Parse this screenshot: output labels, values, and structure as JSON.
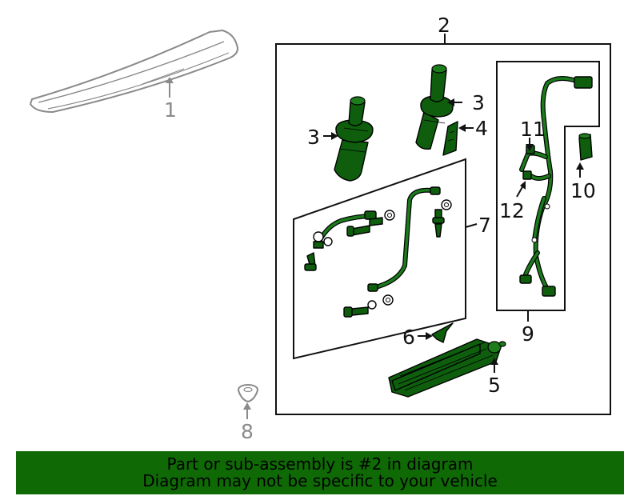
{
  "callouts": {
    "c1": "1",
    "c2": "2",
    "c3a": "3",
    "c3b": "3",
    "c4": "4",
    "c5": "5",
    "c6": "6",
    "c7": "7",
    "c8": "8",
    "c9": "9",
    "c10": "10",
    "c11": "11",
    "c12": "12"
  },
  "banner": {
    "line1": "Part or sub-assembly is #2 in diagram",
    "line2": "Diagram may not be specific to your vehicle"
  },
  "colors": {
    "part_fill": "#0e5e0e",
    "banner_bg": "#0f6a06",
    "grey_part": "#8a8a8a"
  }
}
